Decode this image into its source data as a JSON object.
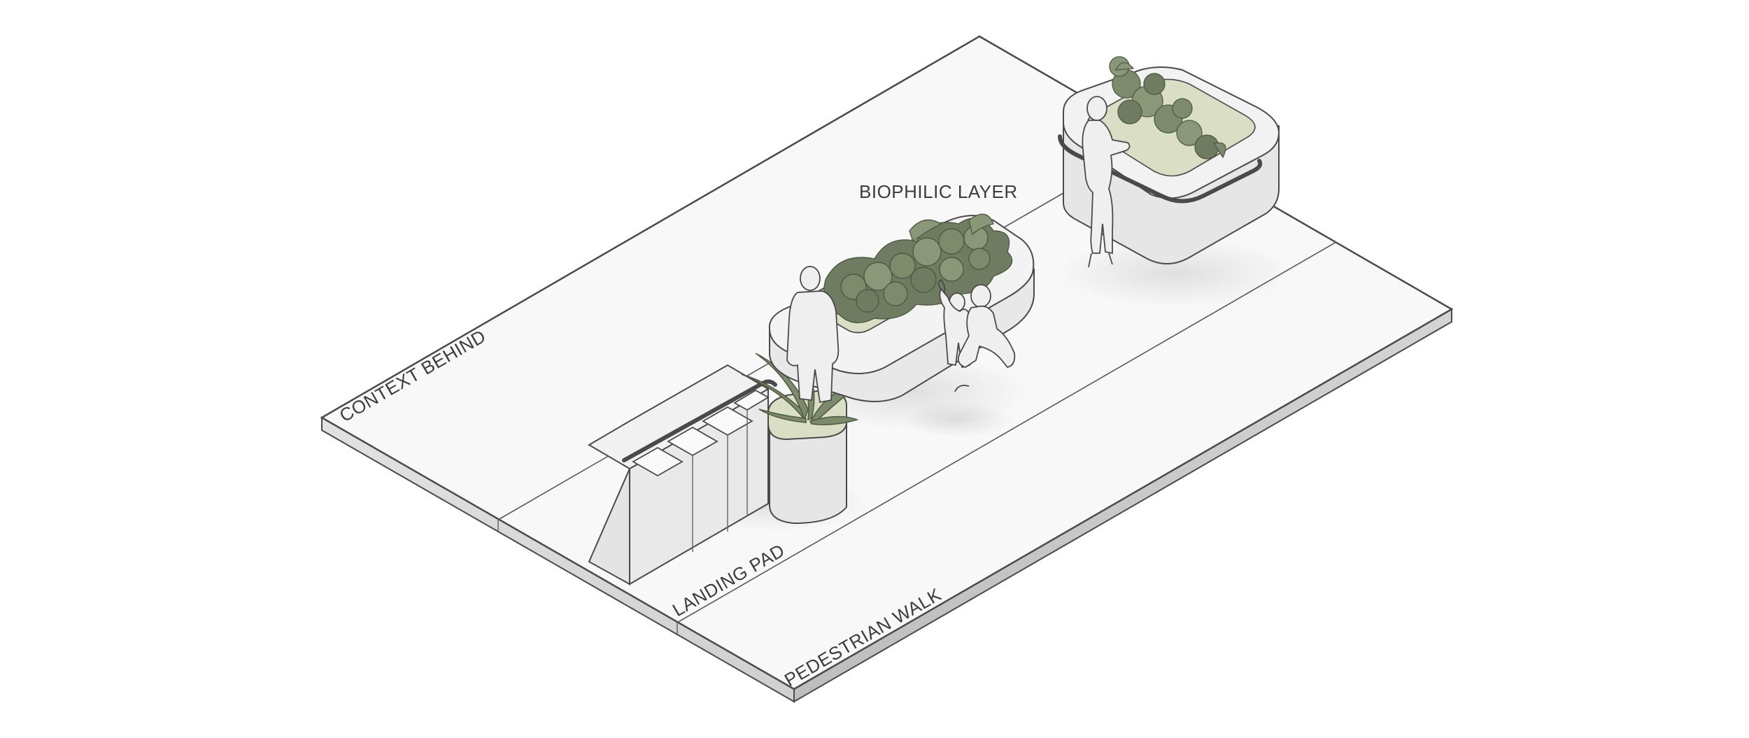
{
  "diagram": {
    "labels": {
      "context_behind": "CONTEXT BEHIND",
      "landing_pad": "LANDING PAD",
      "pedestrian_walk": "PEDESTRIAN WALK",
      "biophilic_layer": "BIOPHILIC LAYER"
    },
    "colors": {
      "background": "#ffffff",
      "slab_top": "#f7f7f7",
      "slab_edge": "#d6d6d6",
      "outline": "#4a4a4a",
      "furniture": "#ebebeb",
      "furniture_shade": "#cfcfcf",
      "foliage": "#7d8a6c",
      "foliage_dark": "#5c6a4f",
      "soil": "#d9dec4",
      "figure": "#eeeeee"
    }
  }
}
